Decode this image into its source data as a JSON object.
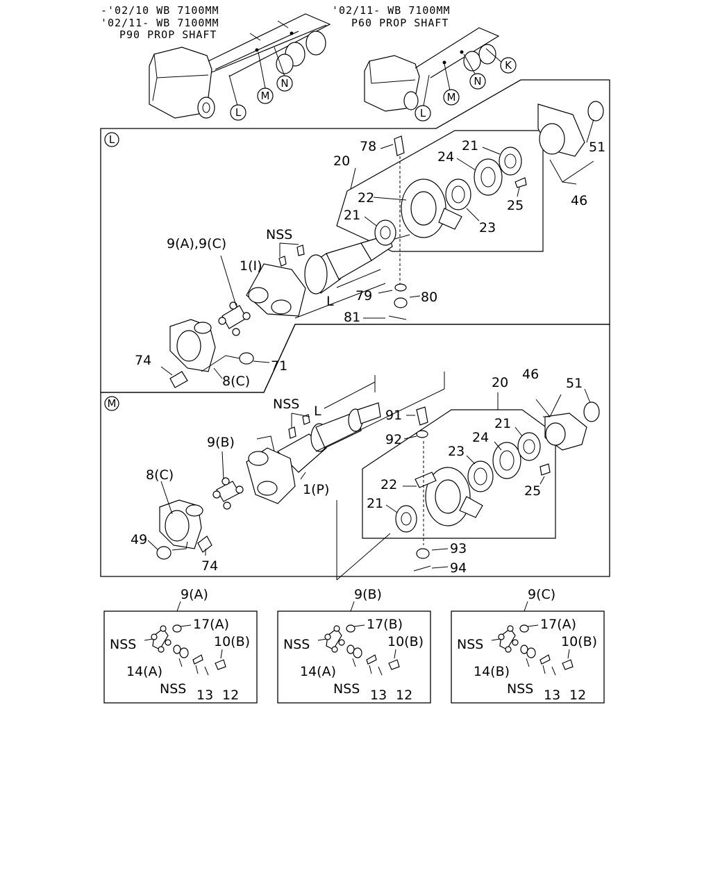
{
  "headers": {
    "left_line1": "-'02/10 WB 7100MM",
    "left_line2": "'02/11- WB 7100MM",
    "left_line3": "P90 PROP SHAFT",
    "right_line1": "'02/11- WB 7100MM",
    "right_line2": "P60 PROP SHAFT"
  },
  "truck_markers": {
    "left": [
      "L",
      "M",
      "N"
    ],
    "right": [
      "L",
      "M",
      "N",
      "K"
    ]
  },
  "section_L": {
    "marker": "L",
    "labels": {
      "p78": "78",
      "p20": "20",
      "p22": "22",
      "p21a": "21",
      "p24": "24",
      "p21b": "21",
      "p51": "51",
      "p25": "25",
      "p46": "46",
      "p23": "23",
      "nss": "NSS",
      "p9ac": "9(A),9(C)",
      "p1i": "1(I)",
      "len": "L",
      "p79": "79",
      "p80": "80",
      "p81": "81",
      "p74": "74",
      "p71": "71",
      "p8c": "8(C)"
    }
  },
  "section_M": {
    "marker": "M",
    "labels": {
      "nss": "NSS",
      "len": "L",
      "p20": "20",
      "p46": "46",
      "p51": "51",
      "p91": "91",
      "p92": "92",
      "p21a": "21",
      "p24": "24",
      "p23": "23",
      "p9b": "9(B)",
      "p8c": "8(C)",
      "p22": "22",
      "p1p": "1(P)",
      "p21b": "21",
      "p25": "25",
      "p49": "49",
      "p74": "74",
      "p93": "93",
      "p94": "94"
    }
  },
  "insets": [
    {
      "title": "9(A)",
      "l17": "17(A)",
      "nss1": "NSS",
      "l10": "10(B)",
      "l14": "14(A)",
      "nss2": "NSS",
      "l13": "13",
      "l12": "12"
    },
    {
      "title": "9(B)",
      "l17": "17(B)",
      "nss1": "NSS",
      "l10": "10(B)",
      "l14": "14(A)",
      "nss2": "NSS",
      "l13": "13",
      "l12": "12"
    },
    {
      "title": "9(C)",
      "l17": "17(A)",
      "nss1": "NSS",
      "l10": "10(B)",
      "l14": "14(B)",
      "nss2": "NSS",
      "l13": "13",
      "l12": "12"
    }
  ]
}
